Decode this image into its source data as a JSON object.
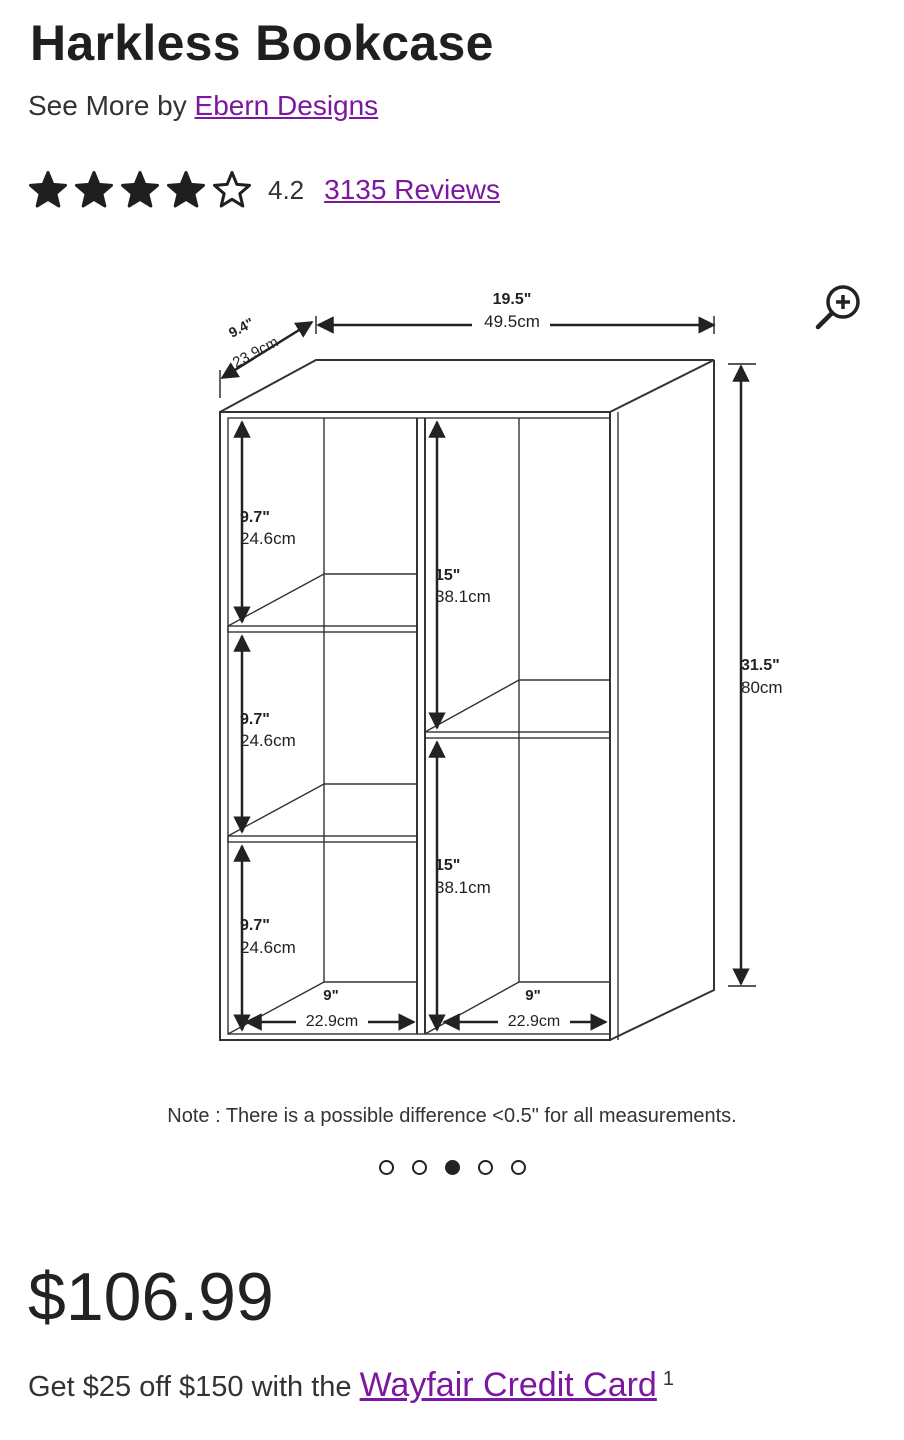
{
  "product": {
    "title": "Harkless Bookcase",
    "see_more_prefix": "See More by",
    "brand": "Ebern Designs",
    "rating": {
      "value": 4.2,
      "display": "4.2",
      "stars_filled": 4,
      "stars_total": 5
    },
    "reviews_link": "3135 Reviews"
  },
  "gallery": {
    "dimensions": {
      "depth_in": "9.4\"",
      "depth_cm": "23.9cm",
      "width_in": "19.5\"",
      "width_cm": "49.5cm",
      "height_in": "31.5\"",
      "height_cm": "80cm",
      "left_shelf_in": "9.7\"",
      "left_shelf_cm": "24.6cm",
      "right_shelf_in": "15\"",
      "right_shelf_cm": "38.1cm",
      "inner_width_in": "9\"",
      "inner_width_cm": "22.9cm"
    },
    "note": "Note : There is a possible difference <0.5\" for all measurements.",
    "dot_count": 5,
    "active_index": 2
  },
  "pricing": {
    "price": "$106.99",
    "promo_prefix": "Get $25 off $150 with the",
    "promo_link": "Wayfair Credit Card",
    "promo_footnote": "1"
  },
  "colors": {
    "link": "#7b189f",
    "text": "#222222"
  },
  "icons": {
    "star_filled": "star-icon",
    "star_empty": "star-outline-icon",
    "zoom": "zoom-in-icon"
  }
}
